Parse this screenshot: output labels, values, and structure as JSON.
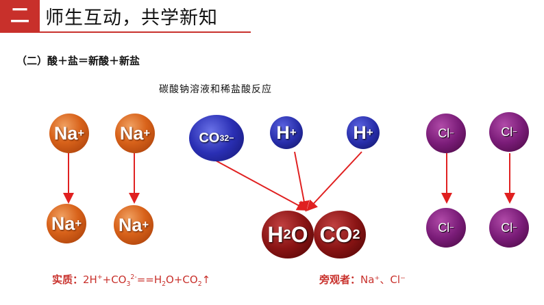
{
  "header": {
    "number": "二",
    "title": "师生互动，共学新知"
  },
  "subheading": "（二）酸＋盐＝新酸＋新盐",
  "caption": "碳酸钠溶液和稀盐酸反应",
  "ions": {
    "na": {
      "base": "Na",
      "charge": "+"
    },
    "co3": {
      "base": "CO",
      "sub": "3",
      "charge": "2−"
    },
    "h": {
      "base": "H",
      "charge": "+"
    },
    "cl": {
      "base": "Cl",
      "charge": "−"
    }
  },
  "products": {
    "water": {
      "a": "H",
      "sub": "2",
      "b": "O"
    },
    "co2": {
      "a": "CO",
      "sub": "2"
    }
  },
  "essence": {
    "label": "实质：",
    "p1": "2H",
    "c1": "+",
    "p2": "+CO",
    "s1": "3",
    "c2": "2-",
    "p3": "==H",
    "s2": "2",
    "p4": "O+CO",
    "s3": "2",
    "p5": "↑"
  },
  "spectators": {
    "label": "旁观者：",
    "text": "Na⁺、Cl⁻"
  },
  "colors": {
    "accent": "#c8302b",
    "arrow": "#e02020"
  }
}
